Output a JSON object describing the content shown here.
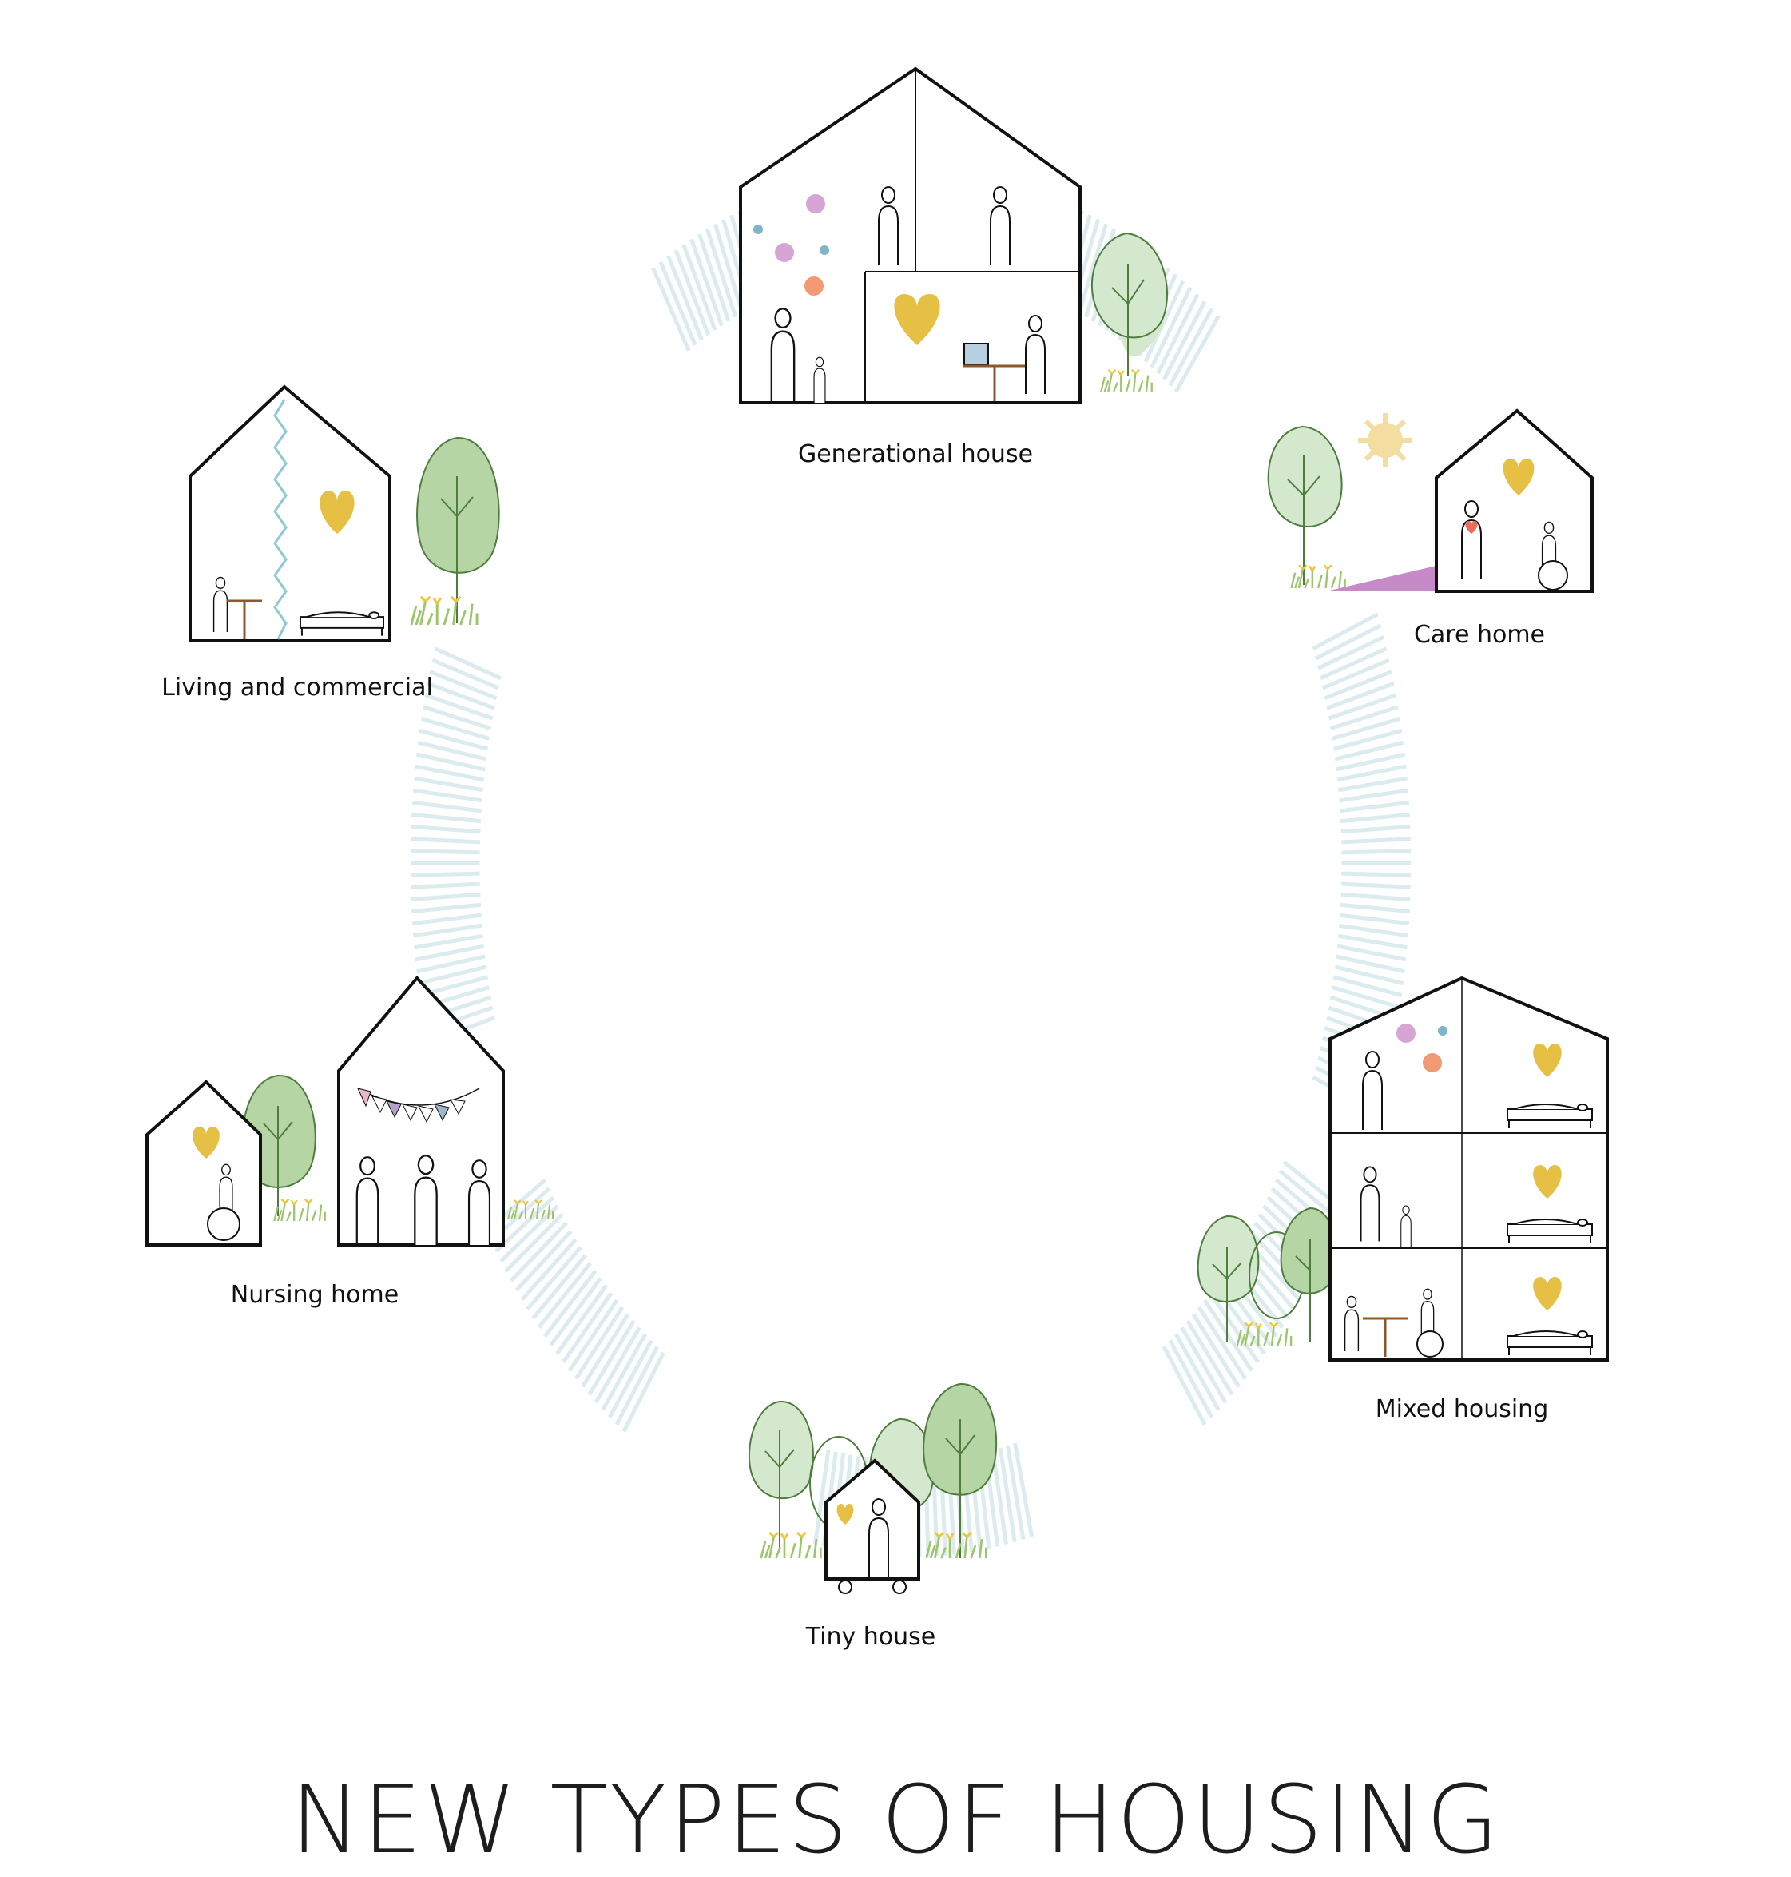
{
  "title": "NEW TYPES OF HOUSING",
  "houses": [
    {
      "id": "generational",
      "label": "Generational house"
    },
    {
      "id": "care",
      "label": "Care home"
    },
    {
      "id": "mixed",
      "label": "Mixed housing"
    },
    {
      "id": "tiny",
      "label": "Tiny house"
    },
    {
      "id": "nursing",
      "label": "Nursing home"
    },
    {
      "id": "living",
      "label": "Living and commercial"
    }
  ],
  "colors": {
    "outline": "#111111",
    "heart": "#e6bf45",
    "tree_light": "#d3e8cc",
    "tree_mid": "#b5d6a4",
    "tree_stroke": "#4f7d3e",
    "ring_stripes": "#dcecee",
    "dot_purple": "#d6a5d6",
    "dot_blue": "#7fb4c9",
    "dot_orange": "#f19a74",
    "ramp": "#c68ac9",
    "sun": "#f3dda1",
    "zigzag": "#8ec9d4",
    "grass": "#9ec56d",
    "flower": "#f0c533"
  }
}
